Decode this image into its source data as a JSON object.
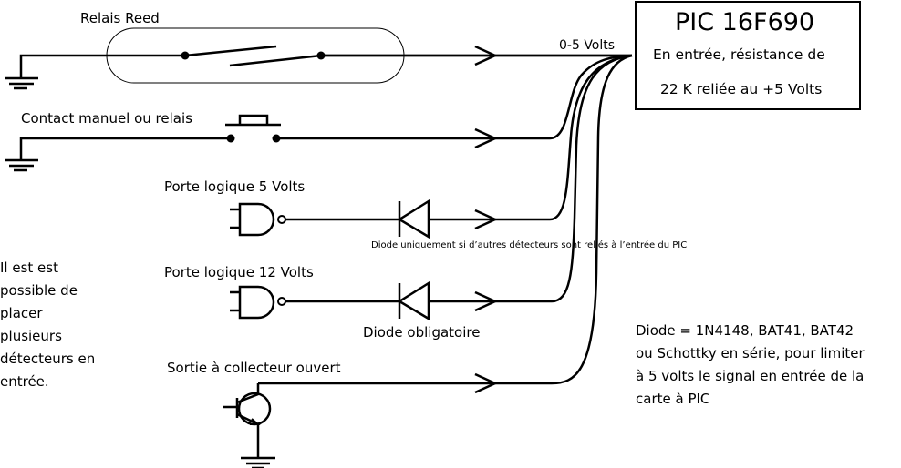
{
  "labels": {
    "reed": "Relais Reed",
    "contact": "Contact manuel ou relais",
    "gate5": "Porte logique 5 Volts",
    "gate12": "Porte logique 12 Volts",
    "open_collector": "Sortie à collecteur ouvert",
    "diode_note": "Diode uniquement si d’autres détecteurs sont reliés à l’entrée du PIC",
    "diode_required": "Diode obligatoire",
    "voltage": "0-5 Volts"
  },
  "pic": {
    "title": "PIC 16F690",
    "line1": "En entrée, résistance de",
    "line2": "22 K reliée au +5 Volts"
  },
  "left_note": [
    "Il est est",
    "possible de",
    "placer",
    "plusieurs",
    "détecteurs en",
    "entrée."
  ],
  "right_note": [
    "Diode = 1N4148, BAT41, BAT42",
    "ou Schottky en série, pour limiter",
    "à 5 volts le signal en entrée de la",
    "carte à PIC"
  ]
}
